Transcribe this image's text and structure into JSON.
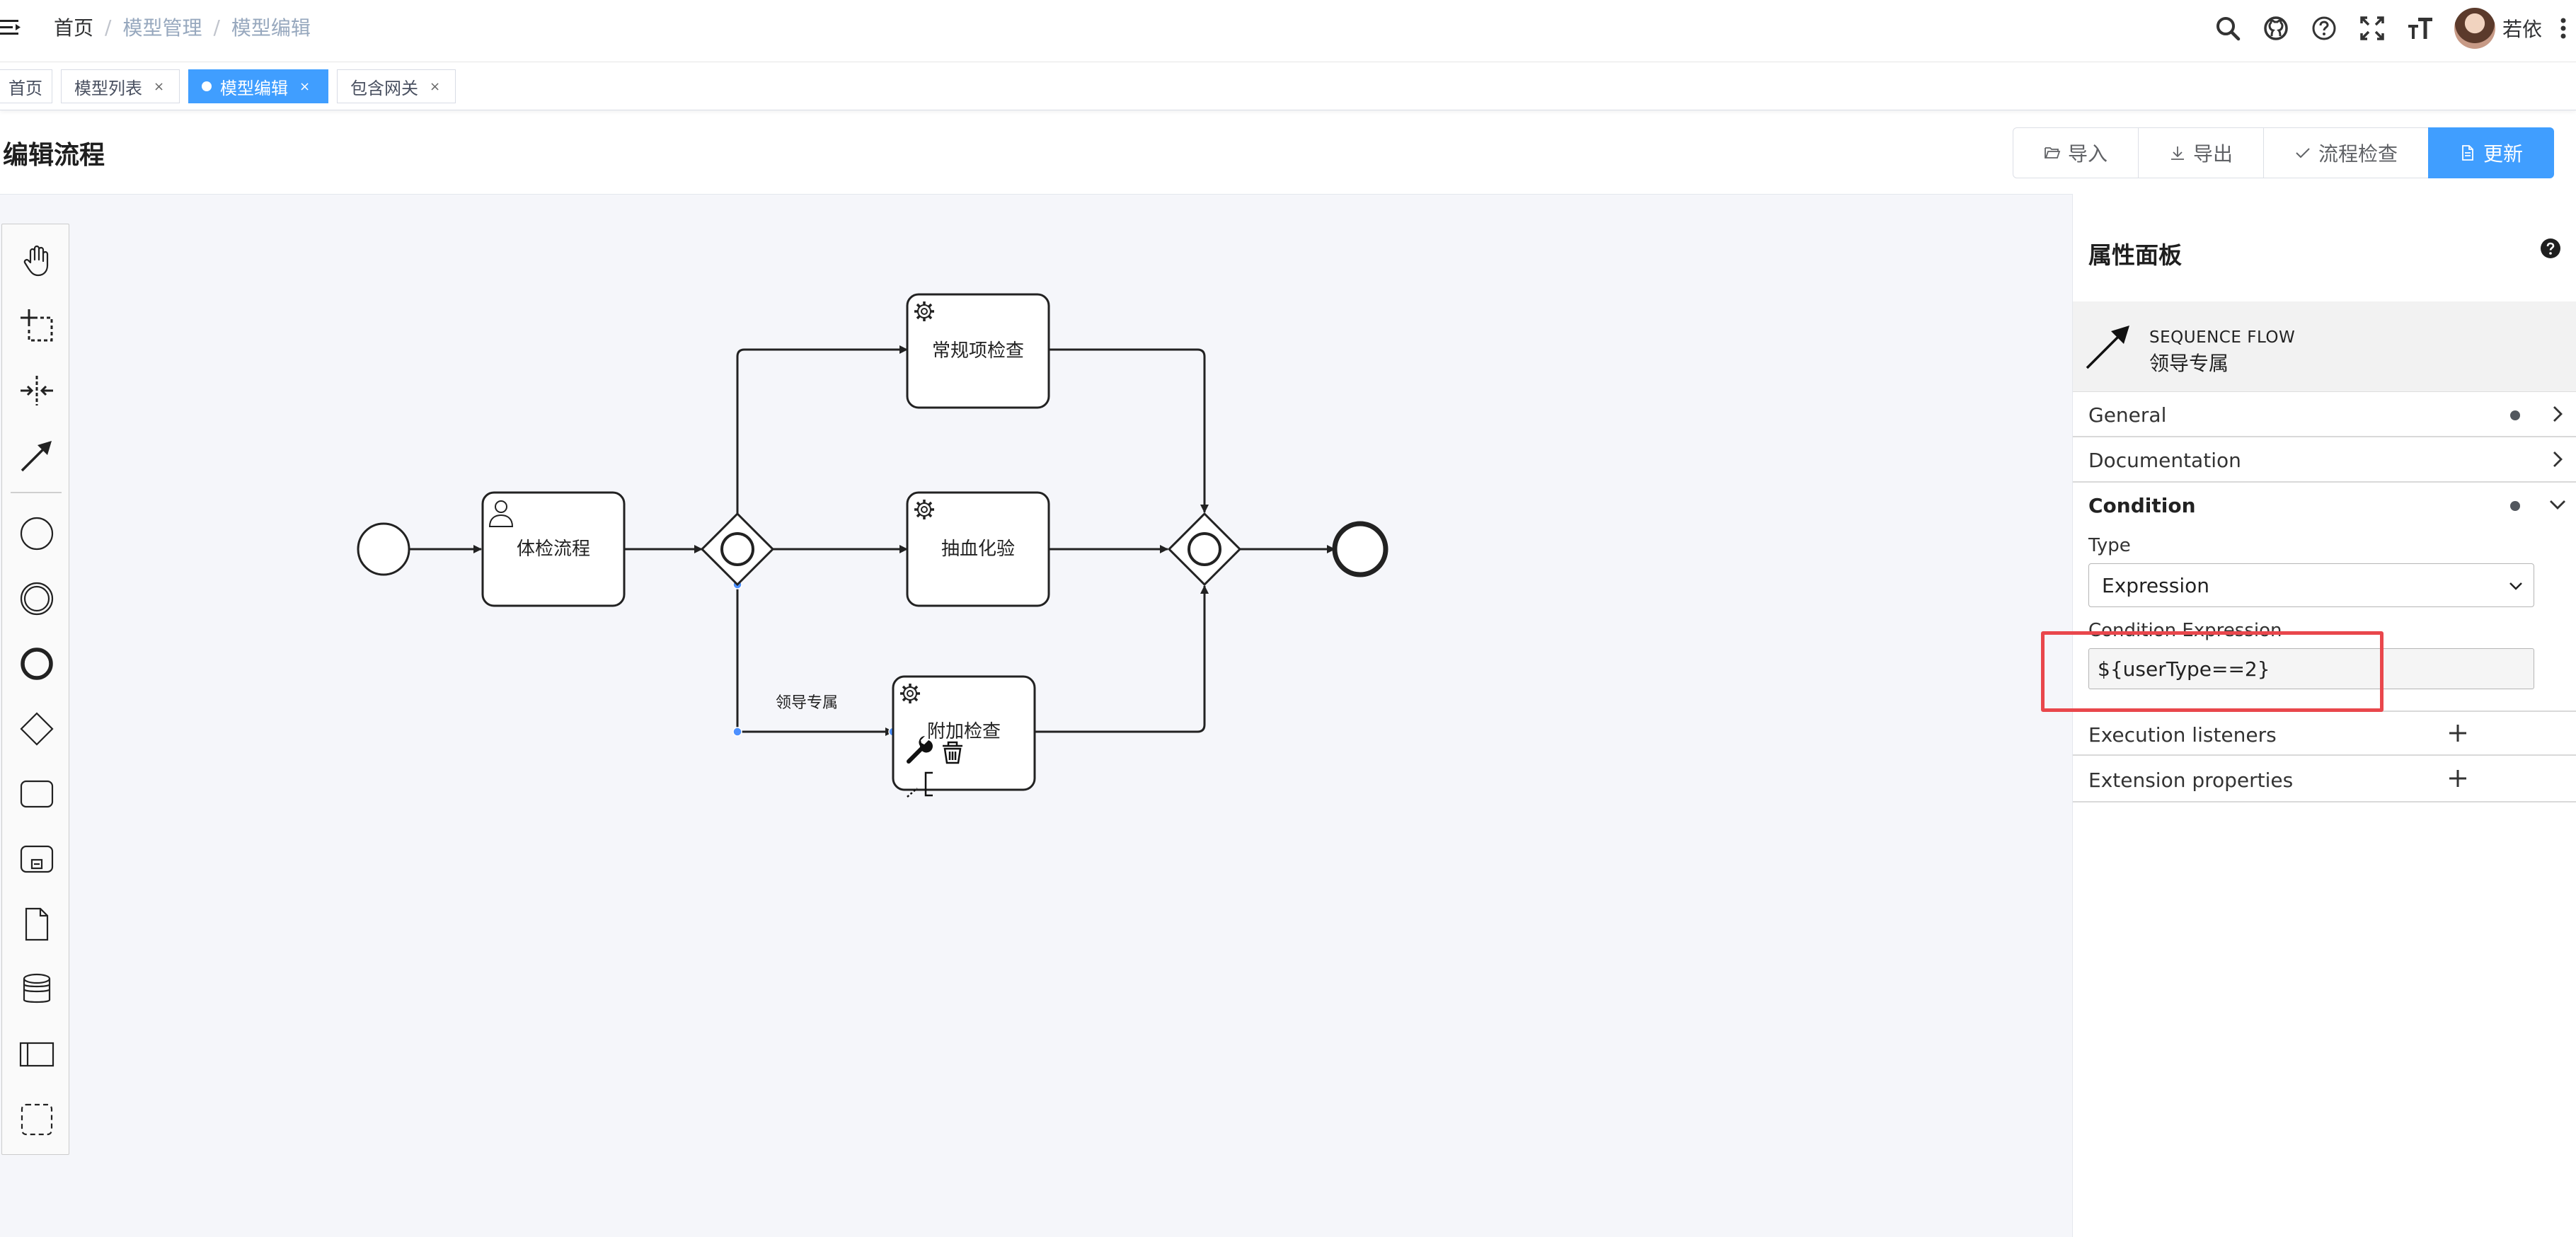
{
  "navbar": {
    "breadcrumb": [
      "首页",
      "模型管理",
      "模型编辑"
    ],
    "breadcrumb_sep": "/",
    "username": "若依",
    "icons": [
      "search-icon",
      "github-icon",
      "question-icon",
      "fullscreen-icon",
      "font-size-icon"
    ]
  },
  "tags": [
    {
      "label": "首页",
      "closable": false,
      "active": false
    },
    {
      "label": "模型列表",
      "closable": true,
      "active": false
    },
    {
      "label": "模型编辑",
      "closable": true,
      "active": true
    },
    {
      "label": "包含网关",
      "closable": true,
      "active": false
    }
  ],
  "tag_close": "×",
  "page": {
    "title": "编辑流程",
    "buttons": {
      "import": "导入",
      "export": "导出",
      "check": "流程检查",
      "update": "更新"
    }
  },
  "diagram": {
    "tasks": {
      "t1": "体检流程",
      "t2": "常规项检查",
      "t3": "抽血化验",
      "t4": "附加检查"
    },
    "flow_label": "领导专属"
  },
  "panel": {
    "title": "属性面板",
    "element_type": "SEQUENCE FLOW",
    "element_name": "领导专属",
    "groups": {
      "general": "General",
      "documentation": "Documentation",
      "condition": "Condition",
      "execution_listeners": "Execution listeners",
      "extension_properties": "Extension properties"
    },
    "type_label": "Type",
    "type_value": "Expression",
    "expr_label": "Condition Expression",
    "expr_value": "${userType==2}"
  },
  "colors": {
    "primary": "#409eff",
    "highlight": "#e9474c",
    "canvas": "#f5f6fa"
  }
}
